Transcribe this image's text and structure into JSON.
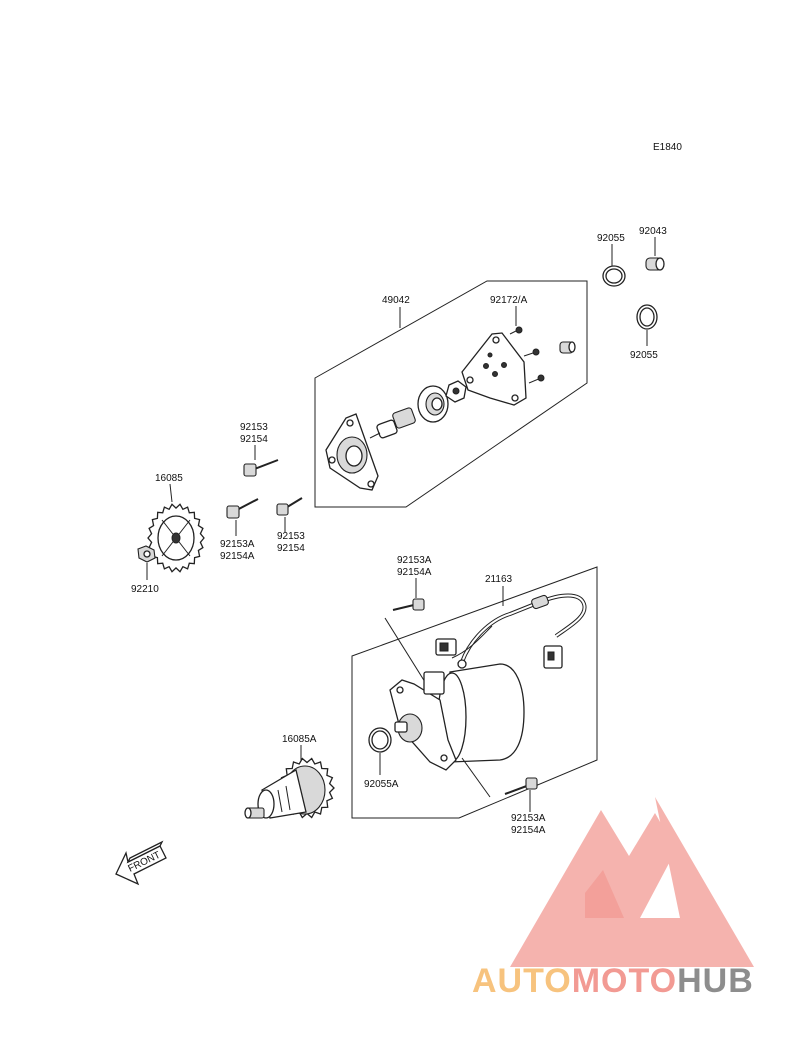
{
  "diagram_code": "E1840",
  "labels": {
    "p92055_top": "92055",
    "p92043": "92043",
    "p92055_right": "92055",
    "p49042": "49042",
    "p92172": "92172/A",
    "p92153_a1": "92153",
    "p92154_a1": "92154",
    "p16085": "16085",
    "p92153A_left": "92153A",
    "p92154A_left": "92154A",
    "p92153_a2": "92153",
    "p92154_a2": "92154",
    "p92210": "92210",
    "p92153A_mid": "92153A",
    "p92154A_mid": "92154A",
    "p21163": "21163",
    "p16085A": "16085A",
    "p92055A": "92055A",
    "p92153A_bot": "92153A",
    "p92154A_bot": "92154A",
    "front": "FRONT"
  },
  "watermark": {
    "word_part1": "AUTO",
    "word_part2": "MOTO",
    "word_part3": "HUB",
    "colors": {
      "auto": "#f7c37e",
      "moto": "#f29a93",
      "hub": "#8d8d8d",
      "mark": "#f29a93"
    }
  }
}
